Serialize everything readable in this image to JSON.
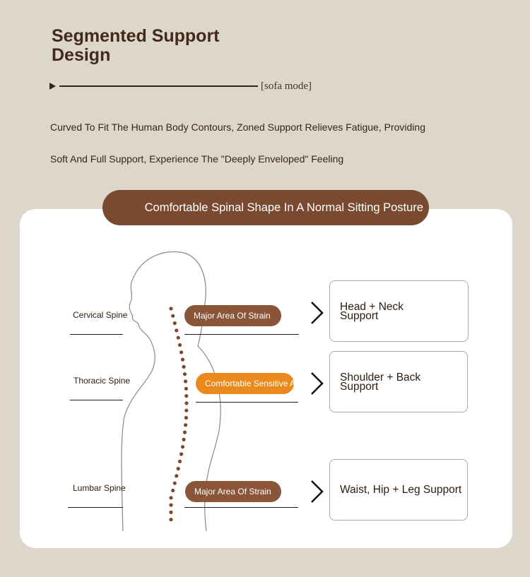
{
  "header": {
    "title": "Segmented Support Design",
    "mode_label": "[sofa mode]",
    "description_line1": "Curved To Fit The Human Body Contours, Zoned Support Relieves Fatigue, Providing",
    "description_line2": "Soft And Full Support, Experience The \"Deeply Enveloped\" Feeling"
  },
  "banner": "Comfortable Spinal Shape In A Normal Sitting Posture",
  "zones": [
    {
      "spine": "Cervical Spine",
      "area": "Major Area Of Strain",
      "area_color": "#8a5538",
      "support": "Head + Neck Support"
    },
    {
      "spine": "Thoracic Spine",
      "area": "Comfortable Sensitive Area",
      "area_color": "#ea8a1c",
      "support": "Shoulder + Back Support"
    },
    {
      "spine": "Lumbar Spine",
      "area": "Major Area Of Strain",
      "area_color": "#8a5538",
      "support": "Waist, Hip + Leg Support"
    }
  ],
  "colors": {
    "background": "#dcd6cb",
    "brand_brown": "#7a4a30",
    "accent_orange": "#ea8a1c",
    "spine_dots": "#7a4a30"
  },
  "icons": [
    "play-triangle-icon",
    "chevron-right-icon"
  ]
}
